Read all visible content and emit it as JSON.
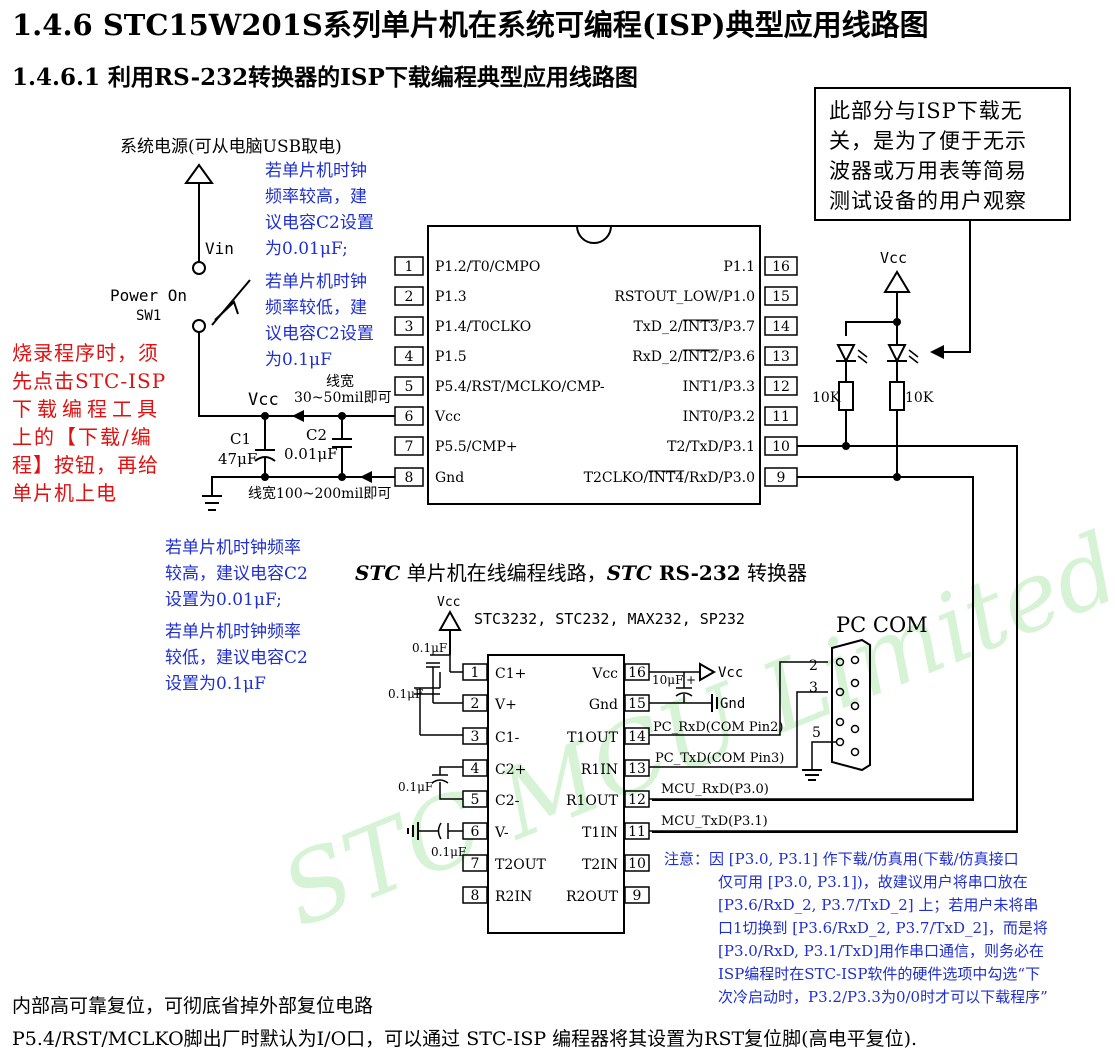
{
  "title": "1.4.6  STC15W201S系列单片机在系统可编程(ISP)典型应用线路图",
  "subtitle": "1.4.6.1  利用RS-232转换器的ISP下载编程典型应用线路图",
  "watermark": "STC MCU Limited",
  "note_box": [
    "此部分与ISP下载无",
    "关，是为了便于无示",
    "波器或万用表等简易",
    "测试设备的用户观察"
  ],
  "power": {
    "label": "系统电源(可从电脑USB取电)",
    "vin": "Vin",
    "switch": "Power On",
    "switch_ref": "SW1",
    "vcc": "Vcc"
  },
  "blue_note_top": [
    "若单片机时钟",
    "频率较高，建",
    "议电容C2设置",
    "为0.01μF;",
    "若单片机时钟",
    "频率较低，建",
    "议电容C2设置",
    "为0.1μF"
  ],
  "red_note": [
    "烧录程序时，须",
    "先点击STC-ISP",
    "下载编程工具",
    "上的【下载/编",
    "程】按钮，再给",
    "单片机上电"
  ],
  "blue_note_mid": [
    "若单片机时钟频率",
    "较高，建议电容C2",
    "设置为0.01μF;",
    "若单片机时钟频率",
    "较低，建议电容C2",
    "设置为0.1μF"
  ],
  "caps": {
    "c1": "C1",
    "c1_val": "47μF",
    "c2": "C2",
    "c2_val": "0.01μF",
    "width1": "线宽",
    "width1b": "30~50mil即可",
    "width2": "线宽100~200mil即可"
  },
  "mcu": {
    "left_pins": [
      {
        "num": "1",
        "name": "P1.2/T0/CMPO"
      },
      {
        "num": "2",
        "name": "P1.3"
      },
      {
        "num": "3",
        "name": "P1.4/T0CLKO"
      },
      {
        "num": "4",
        "name": "P1.5"
      },
      {
        "num": "5",
        "name": "P5.4/RST/MCLKO/CMP-"
      },
      {
        "num": "6",
        "name": "Vcc"
      },
      {
        "num": "7",
        "name": "P5.5/CMP+"
      },
      {
        "num": "8",
        "name": "Gnd"
      }
    ],
    "right_pins": [
      {
        "num": "16",
        "name": "P1.1"
      },
      {
        "num": "15",
        "name": "RSTOUT_LOW/P1.0"
      },
      {
        "num": "14",
        "name": "TxD_2/INT3/P3.7"
      },
      {
        "num": "13",
        "name": "RxD_2/INT2/P3.6"
      },
      {
        "num": "12",
        "name": "INT1/P3.3"
      },
      {
        "num": "11",
        "name": "INT0/P3.2"
      },
      {
        "num": "10",
        "name": "T2/TxD/P3.1"
      },
      {
        "num": "9",
        "name": "T2CLKO/INT4/RxD/P3.0"
      }
    ]
  },
  "led": {
    "vcc": "Vcc",
    "r1": "10K",
    "r2": "10K"
  },
  "rs232_caption": {
    "stc1": "STC",
    "part1": " 单片机在线编程线路，",
    "stc2": "STC",
    "part2": " RS-232",
    "part3": " 转换器"
  },
  "rs232": {
    "vcc": "Vcc",
    "parts": "STC3232, STC232, MAX232, SP232",
    "left_pins": [
      {
        "num": "1",
        "name": "C1+"
      },
      {
        "num": "2",
        "name": "V+"
      },
      {
        "num": "3",
        "name": "C1-"
      },
      {
        "num": "4",
        "name": "C2+"
      },
      {
        "num": "5",
        "name": "C2-"
      },
      {
        "num": "6",
        "name": "V-"
      },
      {
        "num": "7",
        "name": "T2OUT"
      },
      {
        "num": "8",
        "name": "R2IN"
      }
    ],
    "right_pins": [
      {
        "num": "16",
        "name": "Vcc"
      },
      {
        "num": "15",
        "name": "Gnd"
      },
      {
        "num": "14",
        "name": "T1OUT"
      },
      {
        "num": "13",
        "name": "R1IN"
      },
      {
        "num": "12",
        "name": "R1OUT"
      },
      {
        "num": "11",
        "name": "T1IN"
      },
      {
        "num": "10",
        "name": "T2IN"
      },
      {
        "num": "9",
        "name": "R2OUT"
      }
    ],
    "cap_labels": [
      "0.1μF",
      "0.1μF",
      "0.1μF",
      "0.1μF",
      "10μF"
    ],
    "plus": "+",
    "gnd": "Gnd",
    "vcc_right": "Vcc",
    "signals": [
      "PC_RxD(COM Pin2)",
      "PC_TxD(COM Pin3)",
      "MCU_RxD(P3.0)",
      "MCU_TxD(P3.1)"
    ]
  },
  "pc_com": {
    "label": "PC COM",
    "pins": [
      "2",
      "3",
      "5"
    ]
  },
  "note_bottom": [
    "注意：因 [P3.0, P3.1] 作下载/仿真用(下载/仿真接口",
    "仅可用 [P3.0, P3.1])，故建议用户将串口放在",
    "[P3.6/RxD_2, P3.7/TxD_2] 上；若用户未将串",
    "口1切换到 [P3.6/RxD_2, P3.7/TxD_2]，而是将",
    "[P3.0/RxD, P3.1/TxD]用作串口通信，则务必在",
    "ISP编程时在STC-ISP软件的硬件选项中勾选“下",
    "次冷启动时，P3.2/P3.3为0/0时才可以下载程序”"
  ],
  "footer": [
    "内部高可靠复位，可彻底省掉外部复位电路",
    "P5.4/RST/MCLKO脚出厂时默认为I/O口，可以通过 STC-ISP 编程器将其设置为RST复位脚(高电平复位)."
  ]
}
